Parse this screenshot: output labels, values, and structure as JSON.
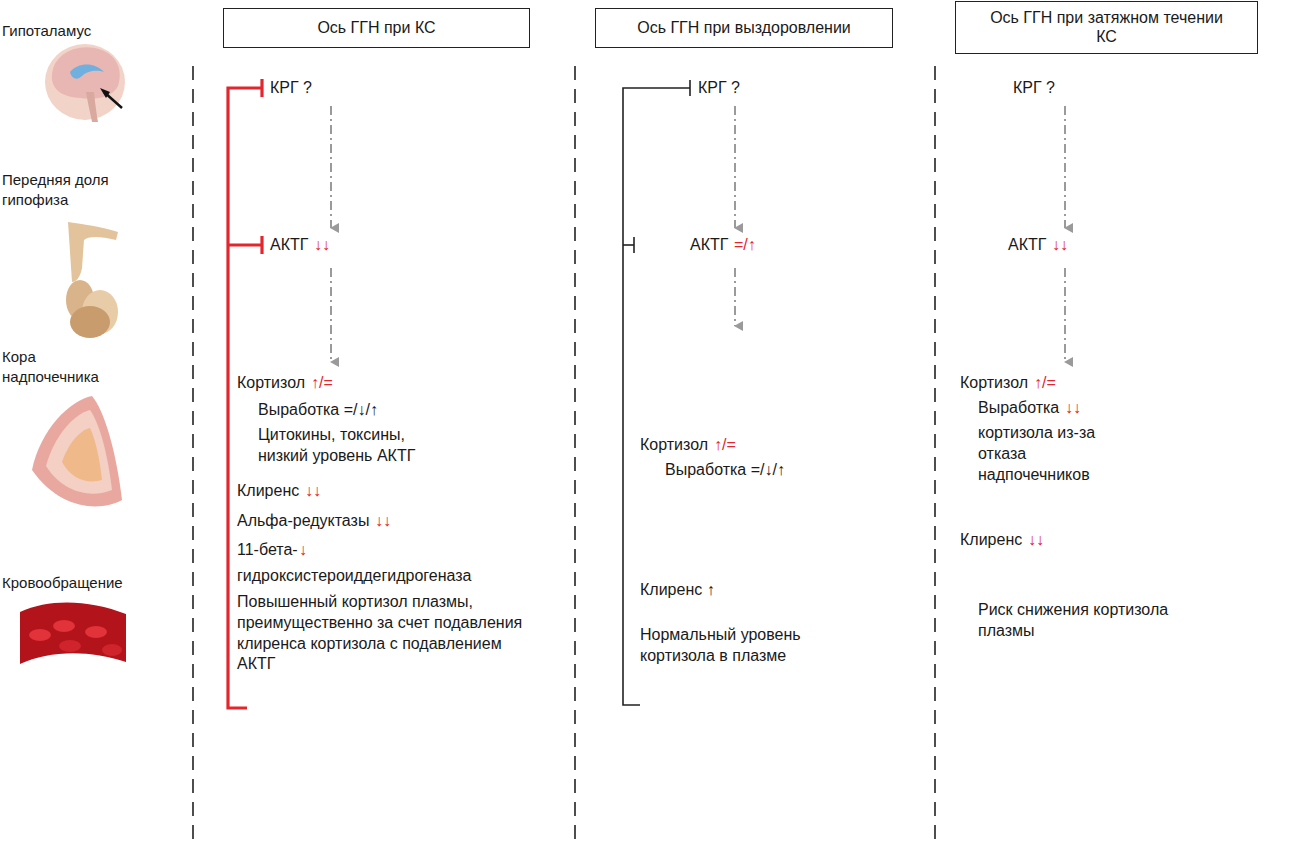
{
  "diagram": {
    "nodes": [
      {
        "text": [
          "Ось ГГН при КС"
        ]
      },
      {
        "text": [
          "Ось ГГН при выздоровлении"
        ]
      },
      {
        "text": [
          "Ось ГГН при затяжном течении КС"
        ]
      }
    ],
    "labels": [
      "Гипоталамус",
      "Передняя доля гипофиза",
      "Кора надпочечника",
      "Кровообращение",
      "КРГ ?",
      "АКТГ",
      "↓↓",
      "Кортизол",
      "↑/=",
      "Выработка =/↓/↑",
      "Цитокины, токсины, низкий уровень АКТГ",
      "Клиренс",
      "↓↓",
      "Альфа-редуктазы",
      "↓↓",
      "11-бета-",
      "↓",
      "гидроксистероиддегидрогеназа",
      "Повышенный кортизол плазмы, преимущественно за счет подавления клиренса кортизола с подавлением АКТГ",
      "КРГ ?",
      "АКТГ",
      "=/↑",
      "Кортизол",
      "↑/=",
      "Выработка =/↓/↑",
      "Клиренс ↑",
      "Нормальный уровень кортизола в плазме",
      "КРГ ?",
      "АКТГ",
      "↓↓",
      "Кортизол",
      "↑/=",
      "Выработка",
      "↓↓",
      "кортизола из-за отказа надпочечников",
      "Клиренс",
      "↓↓",
      "Риск снижения кортизола плазмы"
    ]
  }
}
